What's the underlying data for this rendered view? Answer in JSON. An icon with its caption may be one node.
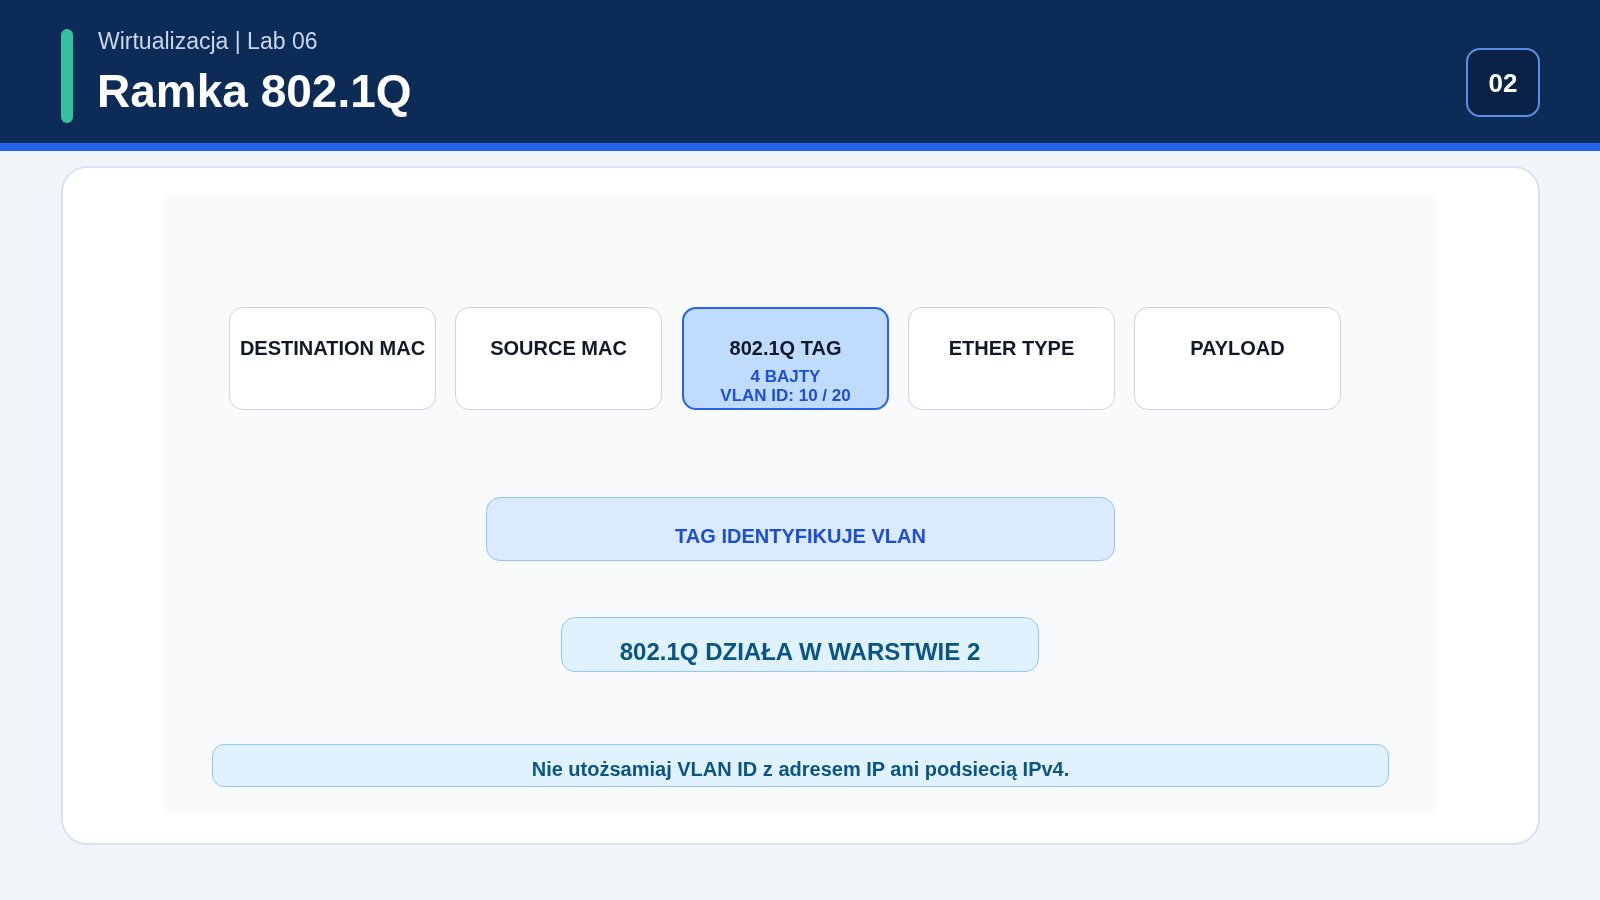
{
  "diagram": {
    "title": "Ramka 802.1Q",
    "nodes": [
      {
        "text": [
          "02"
        ]
      },
      {
        "text": [
          "DESTINATION MAC"
        ]
      },
      {
        "text": [
          "SOURCE MAC"
        ]
      },
      {
        "text": [
          "802.1Q TAG",
          "4 BAJTY",
          "VLAN ID: 10 / 20"
        ]
      },
      {
        "text": [
          "ETHER TYPE"
        ]
      },
      {
        "text": [
          "PAYLOAD"
        ]
      },
      {
        "text": [
          "TAG IDENTYFIKUJE VLAN"
        ]
      },
      {
        "text": [
          "802.1Q DZIAŁA W WARSTWIE 2"
        ]
      },
      {
        "text": [
          "Nie utożsamiaj VLAN ID z adresem IP ani podsiecią IPv4."
        ]
      }
    ],
    "labels": [
      "Wirtualizacja | Lab 06"
    ]
  }
}
